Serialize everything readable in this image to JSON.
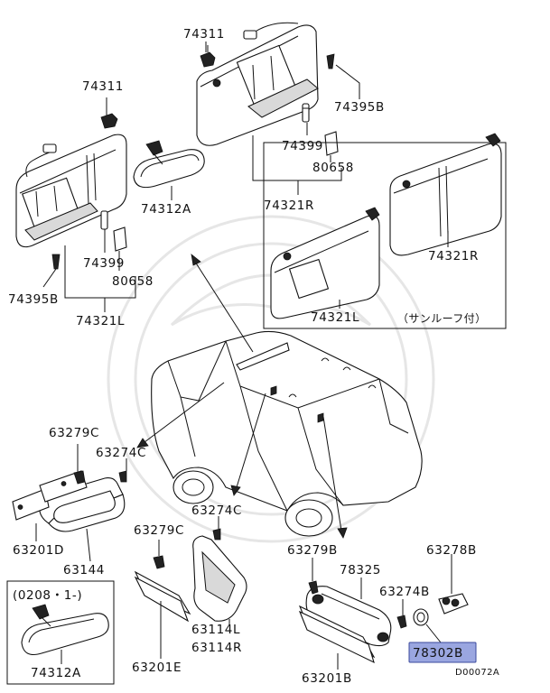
{
  "diagram_id": "D00072A",
  "highlight_color": "#9aa6e0",
  "labels": {
    "p74311_a": "74311",
    "p74395b_a": "74395B",
    "p74399_a": "74399",
    "p80658_a": "80658",
    "p74321r_a": "74321R",
    "p74312a_a": "74312A",
    "p74311_b": "74311",
    "p74399_b": "74399",
    "p80658_b": "80658",
    "p74395b_b": "74395B",
    "p74321l_a": "74321L",
    "p74321r_b": "74321R",
    "p74321l_b": "74321L",
    "sunroof_note": "（サンルーフ付）",
    "p63279c_a": "63279C",
    "p63274c_a": "63274C",
    "p63201d": "63201D",
    "p63144": "63144",
    "p63274c_b": "63274C",
    "p63279c_b": "63279C",
    "p63114l": "63114L",
    "p63114r": "63114R",
    "p63201e": "63201E",
    "p63279b": "63279B",
    "p78325": "78325",
    "p63278b": "63278B",
    "p63274b": "63274B",
    "p78302b": "78302B",
    "p63201b": "63201B",
    "date_note": "(0208・1-)",
    "p74312a_b": "74312A",
    "diagram_code": "D00072A"
  }
}
